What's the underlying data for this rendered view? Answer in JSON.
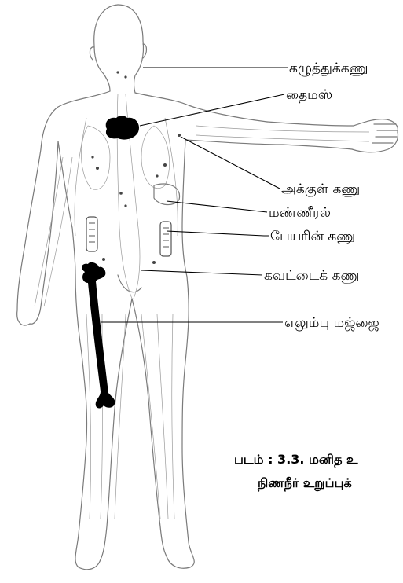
{
  "labels": {
    "cervical": "கழுத்துக்கணு",
    "thymus": "தைமஸ்",
    "axillary": "அக்குள் கணு",
    "spleen": "மண்ணீரல்",
    "intestinal": "பேயரின் கணு",
    "inguinal": "கவட்டைக் கணு",
    "marrow": "எலும்பு மஜ்ஜை"
  },
  "caption": {
    "line1": "படம் : 3.3. மனித உ",
    "line2": "நிணநீர் உறுப்புக்"
  },
  "colors": {
    "ink": "#000000",
    "outline": "#7a7a7a",
    "vessel": "#9a9a9a"
  }
}
